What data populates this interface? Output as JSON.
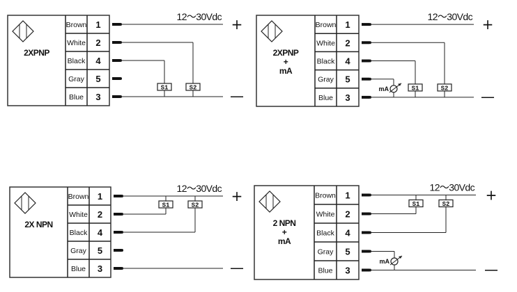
{
  "diagrams": [
    {
      "id": "2xpnp",
      "type": "pnp",
      "has_ma": false,
      "title_lines": [
        "2XPNP"
      ],
      "voltage": "12～30Vdc",
      "plus": "+",
      "minus": "—",
      "rows": [
        {
          "color": "Brown",
          "terminal": "1"
        },
        {
          "color": "White",
          "terminal": "2"
        },
        {
          "color": "Black",
          "terminal": "4"
        },
        {
          "color": "Gray",
          "terminal": "5"
        },
        {
          "color": "Blue",
          "terminal": "3"
        }
      ],
      "switches": [
        "S1",
        "S2"
      ]
    },
    {
      "id": "2xpnp-ma",
      "type": "pnp",
      "has_ma": true,
      "ma_label": "mA",
      "title_lines": [
        "2XPNP",
        "+",
        "mA"
      ],
      "voltage": "12～30Vdc",
      "plus": "+",
      "minus": "—",
      "rows": [
        {
          "color": "Brown",
          "terminal": "1"
        },
        {
          "color": "White",
          "terminal": "2"
        },
        {
          "color": "Black",
          "terminal": "4"
        },
        {
          "color": "Gray",
          "terminal": "5"
        },
        {
          "color": "Blue",
          "terminal": "3"
        }
      ],
      "switches": [
        "S1",
        "S2"
      ]
    },
    {
      "id": "2xnpn",
      "type": "npn",
      "has_ma": false,
      "title_lines": [
        "2X NPN"
      ],
      "voltage": "12～30Vdc",
      "plus": "+",
      "minus": "—",
      "rows": [
        {
          "color": "Brown",
          "terminal": "1"
        },
        {
          "color": "White",
          "terminal": "2"
        },
        {
          "color": "Black",
          "terminal": "4"
        },
        {
          "color": "Gray",
          "terminal": "5"
        },
        {
          "color": "Blue",
          "terminal": "3"
        }
      ],
      "switches": [
        "S1",
        "S2"
      ]
    },
    {
      "id": "2npn-ma",
      "type": "npn",
      "has_ma": true,
      "ma_label": "mA",
      "title_lines": [
        "2 NPN",
        "+",
        "mA"
      ],
      "voltage": "12～30Vdc",
      "plus": "+",
      "minus": "—",
      "rows": [
        {
          "color": "Brown",
          "terminal": "1"
        },
        {
          "color": "White",
          "terminal": "2"
        },
        {
          "color": "Black",
          "terminal": "4"
        },
        {
          "color": "Gray",
          "terminal": "5"
        },
        {
          "color": "Blue",
          "terminal": "3"
        }
      ],
      "switches": [
        "S1",
        "S2"
      ]
    }
  ]
}
